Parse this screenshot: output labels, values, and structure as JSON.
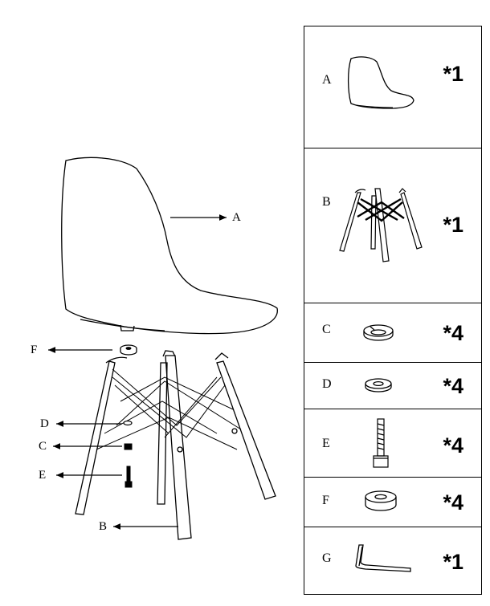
{
  "callouts": {
    "a": "A",
    "b": "B",
    "c": "C",
    "d": "D",
    "e": "E",
    "f": "F"
  },
  "parts": [
    {
      "letter": "A",
      "icon": "seat-shell-icon",
      "qty": "*1"
    },
    {
      "letter": "B",
      "icon": "wooden-base-icon",
      "qty": "*1"
    },
    {
      "letter": "C",
      "icon": "spring-washer-icon",
      "qty": "*4"
    },
    {
      "letter": "D",
      "icon": "flat-washer-icon",
      "qty": "*4"
    },
    {
      "letter": "E",
      "icon": "bolt-icon",
      "qty": "*4"
    },
    {
      "letter": "F",
      "icon": "spacer-ring-icon",
      "qty": "*4"
    },
    {
      "letter": "G",
      "icon": "allen-key-icon",
      "qty": "*1"
    }
  ]
}
